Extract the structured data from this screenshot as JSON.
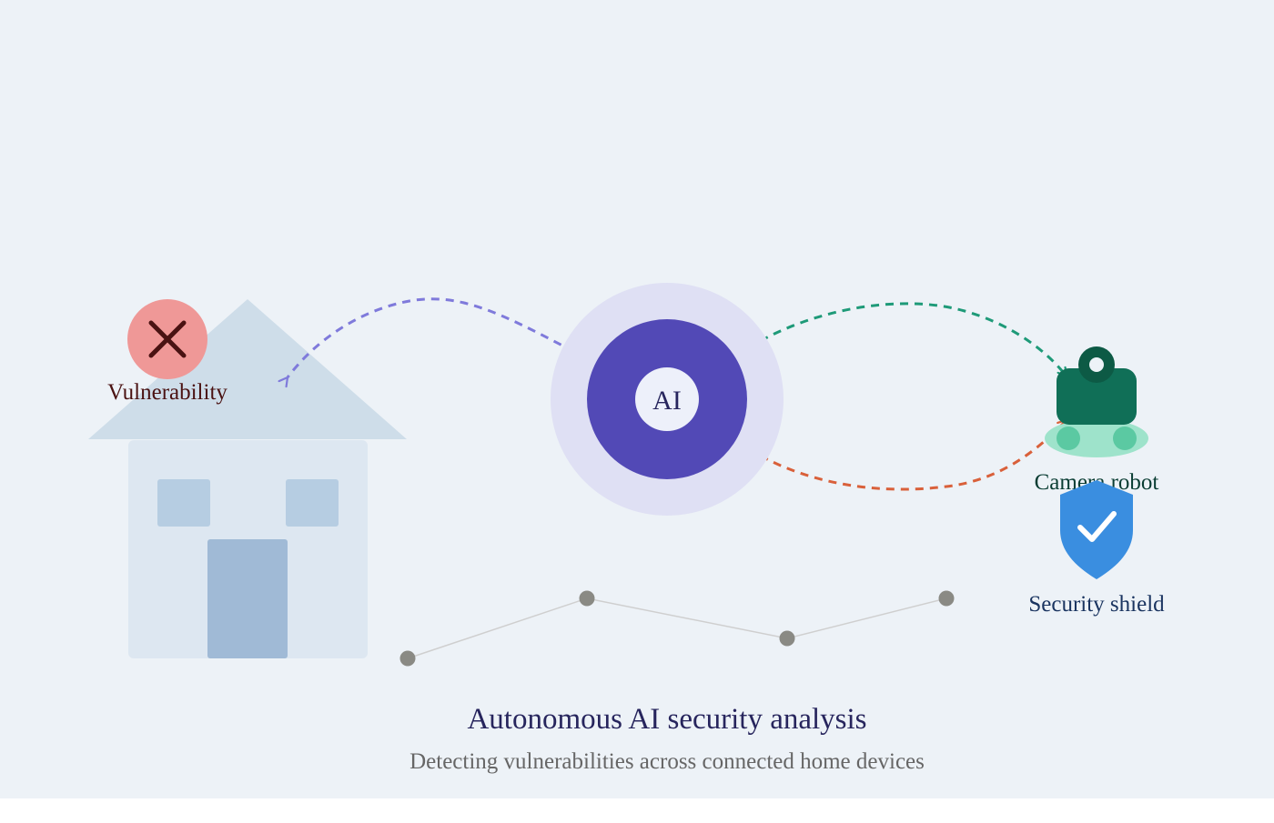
{
  "labels": {
    "ai": "AI",
    "vulnerability": "Vulnerability",
    "camera_robot": "Camera robot",
    "security_shield": "Security shield"
  },
  "caption": {
    "title": "Autonomous AI security analysis",
    "subtitle": "Detecting vulnerabilities across connected home devices"
  },
  "icons": {
    "house": "house-icon",
    "vulnerability": "x-mark-icon",
    "ai_hub": "ai-hub-icon",
    "robot": "camera-robot-icon",
    "shield": "shield-check-icon"
  },
  "colors": {
    "background": "#edf2f7",
    "ai_outer": "#dfe0f4",
    "ai_inner": "#5249b6",
    "house_roof": "#cedde9",
    "house_body": "#dde7f1",
    "house_window": "#b6cde2",
    "house_door": "#a0bad6",
    "vulnerability_bg": "#ef9897",
    "vulnerability_mark": "#4a1212",
    "robot_body": "#106f57",
    "robot_base": "#9ee3cb",
    "shield": "#3a8ee0",
    "arrow_house": "#7f7adb",
    "arrow_robot": "#1e9a78",
    "arrow_return": "#d9603a",
    "title_text": "#27255d",
    "subtitle_text": "#666666"
  }
}
